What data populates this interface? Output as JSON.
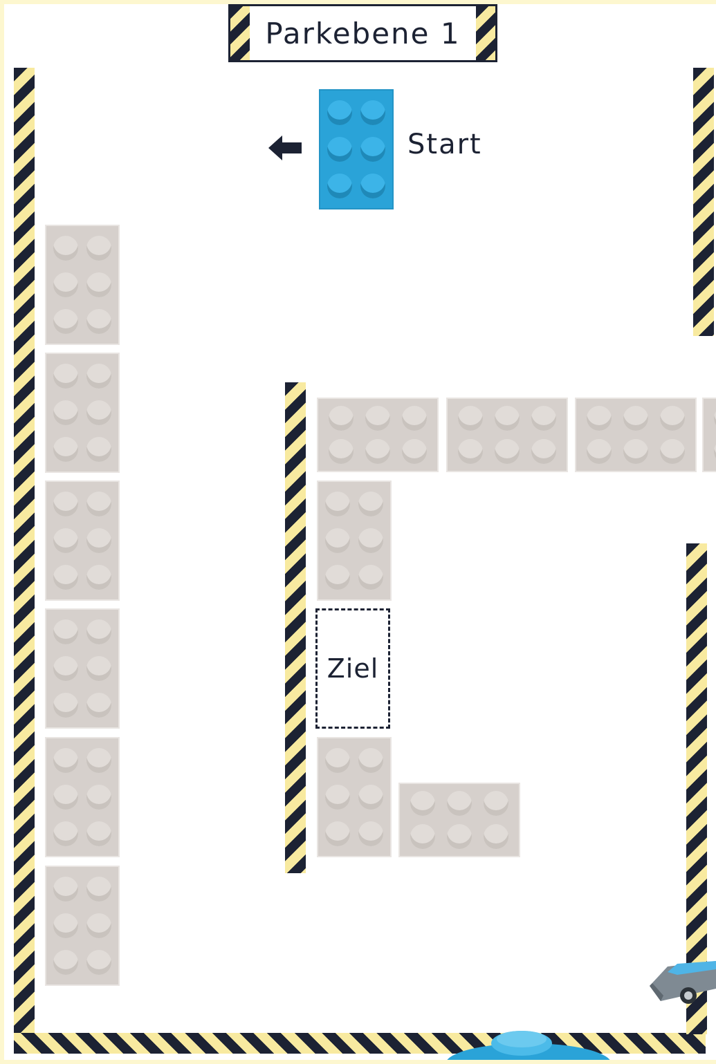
{
  "title": "Parkebene 1",
  "start_label": "Start",
  "target_label": "Ziel",
  "colors": {
    "background": "#fdf7cf",
    "hazard_dark": "#1c2233",
    "hazard_light": "#f8eaa0",
    "brick_gray": "#d6d0cc",
    "brick_blue": "#2aa3d8"
  },
  "icons": {
    "left_arrow": "left-arrow-icon",
    "car": "car-icon"
  }
}
